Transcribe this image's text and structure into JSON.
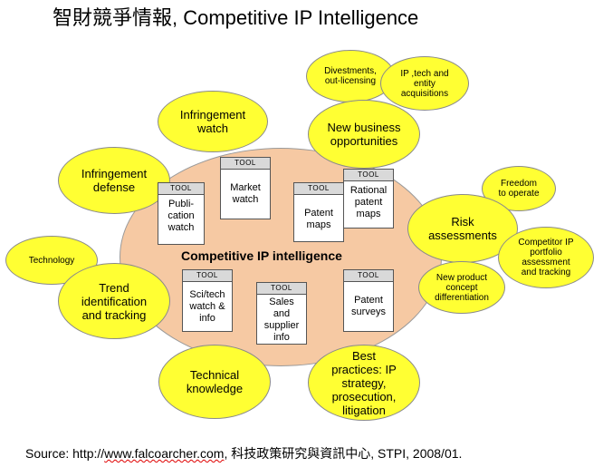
{
  "title": "智財競爭情報, Competitive IP Intelligence",
  "center_label": "Competitive IP intelligence",
  "tool_header": "TOOL",
  "tools": [
    {
      "id": "publication-watch",
      "label": "Publi-\ncation\nwatch"
    },
    {
      "id": "market-watch",
      "label": "Market\nwatch"
    },
    {
      "id": "patent-maps",
      "label": "Patent\nmaps"
    },
    {
      "id": "rational-patent-maps",
      "label": "Rational\npatent\nmaps"
    },
    {
      "id": "scitech-watch",
      "label": "Sci/tech\nwatch &\ninfo"
    },
    {
      "id": "sales-supplier",
      "label": "Sales\nand\nsupplier\ninfo"
    },
    {
      "id": "patent-surveys",
      "label": "Patent\nsurveys"
    }
  ],
  "bubbles": [
    {
      "id": "divestments",
      "label": "Divestments,\nout-licensing"
    },
    {
      "id": "ip-acquisitions",
      "label": "IP ,tech and\nentity\nacquisitions"
    },
    {
      "id": "infringement-watch",
      "label": "Infringement\nwatch"
    },
    {
      "id": "new-business",
      "label": "New business\nopportunities"
    },
    {
      "id": "infringement-defense",
      "label": "Infringement\ndefense"
    },
    {
      "id": "freedom-to-operate",
      "label": "Freedom\nto operate"
    },
    {
      "id": "risk-assessments",
      "label": "Risk\nassessments"
    },
    {
      "id": "competitor-portfolio",
      "label": "Competitor IP\nportfolio\nassessment\nand tracking"
    },
    {
      "id": "technology",
      "label": "Technology"
    },
    {
      "id": "trend",
      "label": "Trend\nidentification\nand tracking"
    },
    {
      "id": "new-product",
      "label": "New product\nconcept\ndifferentiation"
    },
    {
      "id": "technical-knowledge",
      "label": "Technical\nknowledge"
    },
    {
      "id": "best-practices",
      "label": "Best\npractices: IP\nstrategy,\nprosecution,\nlitigation"
    }
  ],
  "source": {
    "prefix": "Source: http://",
    "link": "www.falcoarcher.com",
    "suffix": ", 科技政策研究與資訊中心, STPI, 2008/01."
  }
}
